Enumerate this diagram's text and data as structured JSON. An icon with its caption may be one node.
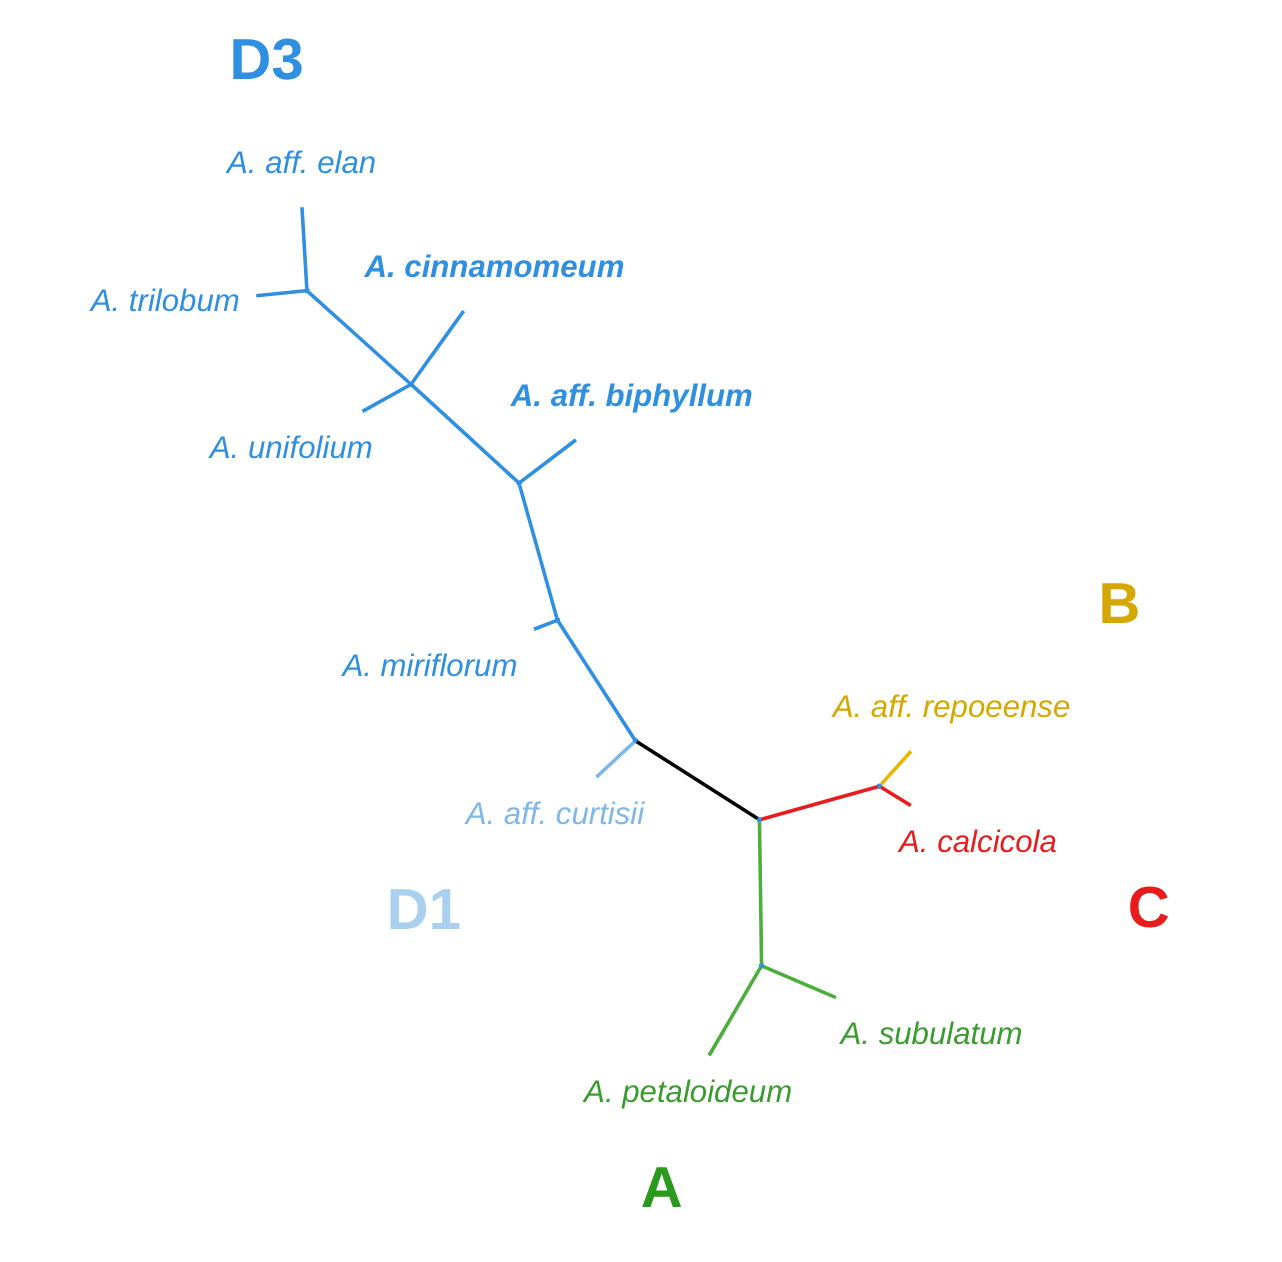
{
  "diagram": {
    "nodes": [
      {
        "text": [
          "A. trilobum"
        ]
      },
      {
        "text": [
          "A. aff. elan"
        ]
      },
      {
        "text": [
          "A. unifolium"
        ]
      },
      {
        "text": [
          "A. cinnamomeum"
        ]
      },
      {
        "text": [
          "A. aff. biphyllum"
        ]
      },
      {
        "text": [
          "A. miriflorum"
        ]
      },
      {
        "text": [
          "A. aff. curtisii"
        ]
      },
      {
        "text": [
          "A. subulatum"
        ]
      },
      {
        "text": [
          "A. petaloideum"
        ]
      },
      {
        "text": [
          "A. calcicola"
        ]
      },
      {
        "text": [
          "A. aff. repoeense"
        ]
      },
      {
        "text": [],
        "shape": "point"
      },
      {
        "text": [],
        "shape": "point"
      },
      {
        "text": [],
        "shape": "point"
      },
      {
        "text": [],
        "shape": "point"
      },
      {
        "text": [],
        "shape": "point"
      },
      {
        "text": [],
        "shape": "point"
      },
      {
        "text": [],
        "shape": "point"
      },
      {
        "text": [],
        "shape": "point"
      }
    ],
    "edges": [
      {
        "from": 0,
        "to": 11,
        "arrow": "none"
      },
      {
        "from": 1,
        "to": 11,
        "arrow": "none"
      },
      {
        "from": 11,
        "to": 12,
        "arrow": "none"
      },
      {
        "from": 3,
        "to": 12,
        "arrow": "none"
      },
      {
        "from": 2,
        "to": 12,
        "arrow": "none"
      },
      {
        "from": 12,
        "to": 13,
        "arrow": "none"
      },
      {
        "from": 4,
        "to": 13,
        "arrow": "none"
      },
      {
        "from": 13,
        "to": 14,
        "arrow": "none"
      },
      {
        "from": 5,
        "to": 14,
        "arrow": "none"
      },
      {
        "from": 14,
        "to": 15,
        "arrow": "none"
      },
      {
        "from": 15,
        "to": 6,
        "arrow": "none",
        "color": "#7fb8e6"
      },
      {
        "from": 15,
        "to": 16,
        "arrow": "none",
        "color": "#000000"
      },
      {
        "from": 16,
        "to": 17,
        "arrow": "none",
        "color": "#4caf3c"
      },
      {
        "from": 17,
        "to": 7,
        "arrow": "none",
        "color": "#4caf3c"
      },
      {
        "from": 17,
        "to": 8,
        "arrow": "none",
        "color": "#4caf3c"
      },
      {
        "from": 16,
        "to": 18,
        "arrow": "none",
        "color": "#e81c1c"
      },
      {
        "from": 18,
        "to": 9,
        "arrow": "none",
        "color": "#e81c1c"
      },
      {
        "from": 18,
        "to": 10,
        "arrow": "none",
        "color": "#e6b800"
      }
    ],
    "labels": [
      "D3",
      "D1",
      "A",
      "B",
      "C"
    ]
  }
}
